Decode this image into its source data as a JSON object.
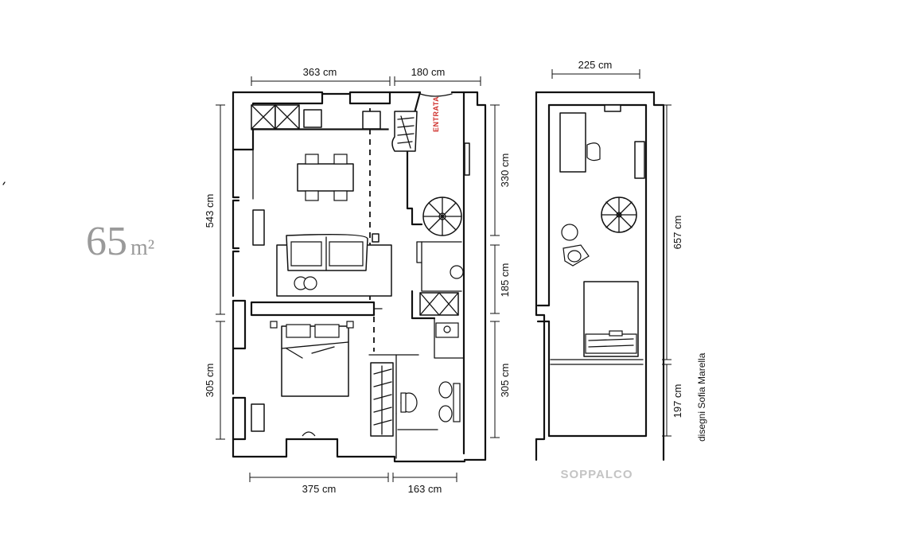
{
  "plan": {
    "area_number": "65",
    "area_unit": "m²",
    "entrance_label": "ENTRATA",
    "mezzanine_label": "SOPPALCO",
    "credit": "disegni Sofia Marella",
    "dimensions": {
      "top_left": "363 cm",
      "top_right": "180 cm",
      "mezzanine_top": "225 cm",
      "left_upper": "543 cm",
      "left_lower": "305 cm",
      "right_top": "330 cm",
      "right_mid": "185 cm",
      "right_bottom": "305 cm",
      "bottom_left": "375 cm",
      "bottom_right": "163 cm",
      "mezzanine_upper": "657 cm",
      "mezzanine_lower": "197 cm"
    },
    "colors": {
      "entrance_label": "#d0312d",
      "mezzanine_label": "#c4c4c4",
      "area_label": "#9a9a9a"
    }
  }
}
